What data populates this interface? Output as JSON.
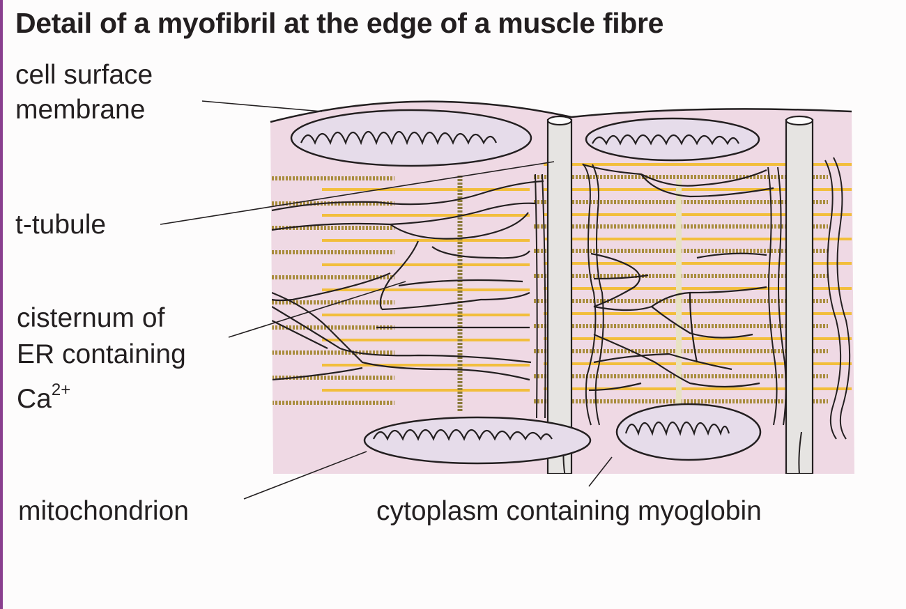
{
  "title": "Detail of a myofibril at the edge of a muscle fibre",
  "labels": {
    "cell_surface_membrane_1": "cell surface",
    "cell_surface_membrane_2": "membrane",
    "t_tubule": "t-tubule",
    "cisternum_1": "cisternum of",
    "cisternum_2": "ER containing",
    "cisternum_3_base": "Ca",
    "cisternum_3_sup": "2+",
    "mitochondrion": "mitochondrion",
    "cytoplasm": "cytoplasm containing myoglobin"
  },
  "colors": {
    "cytoplasm_fill": "#efd9e4",
    "mitochondrion_fill": "#e6dcea",
    "thick_filament": "#a88c3c",
    "thin_filament": "#f2be3c",
    "outline": "#231f20",
    "accent_rule": "#8a3f8f"
  }
}
